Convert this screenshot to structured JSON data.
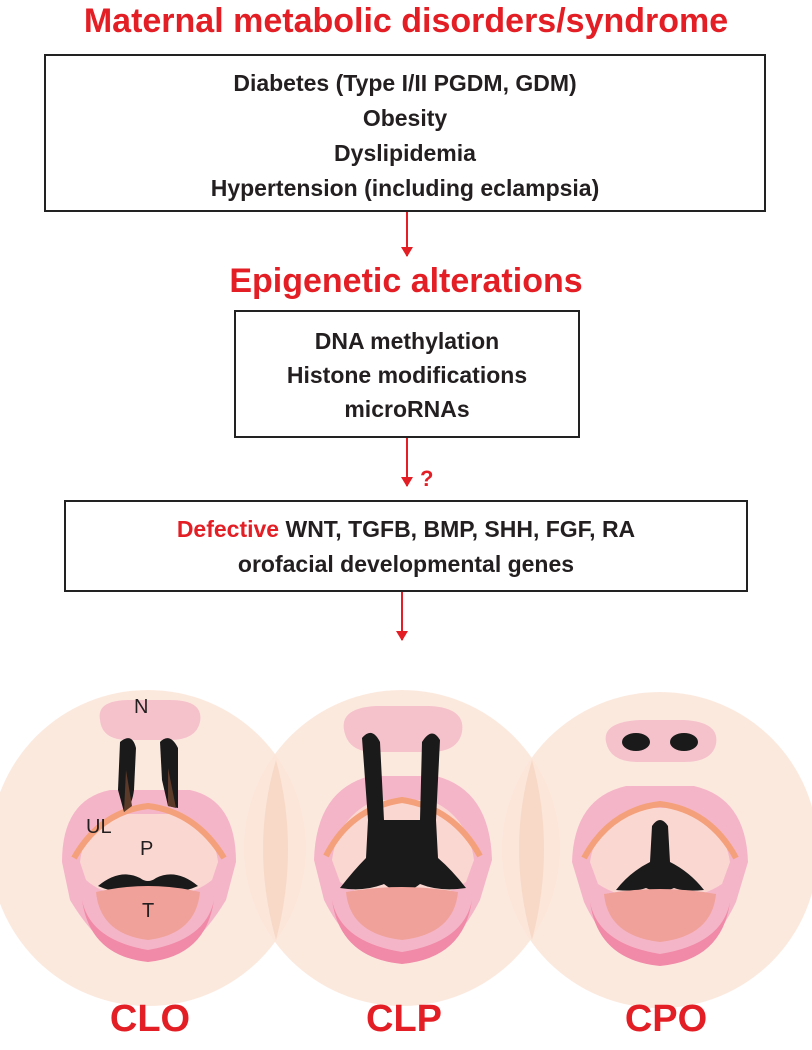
{
  "header": {
    "title": "Maternal metabolic disorders/syndrome"
  },
  "metabolic_box": {
    "items": [
      "Diabetes (Type I/II PGDM, GDM)",
      "Obesity",
      "Dyslipidemia",
      "Hypertension (including eclampsia)"
    ]
  },
  "epigenetic": {
    "title": "Epigenetic alterations",
    "items": [
      "DNA methylation",
      "Histone modifications",
      "microRNAs"
    ]
  },
  "question_mark": "?",
  "genes_box": {
    "highlight": "Defective",
    "line1_rest": " WNT, TGFB, BMP, SHH, FGF, RA",
    "line2": "orofacial developmental genes"
  },
  "anatomy_labels": {
    "nose": "N",
    "upper_lip": "UL",
    "palate": "P",
    "tongue": "T"
  },
  "cleft_types": [
    "CLO",
    "CLP",
    "CPO"
  ],
  "colors": {
    "accent": "#e31e24",
    "skin": "#fce5d8",
    "pink": "#f5b5c8",
    "lip": "#f08aa8",
    "tongue": "#f0a29a",
    "ridge": "#f4a07a"
  }
}
